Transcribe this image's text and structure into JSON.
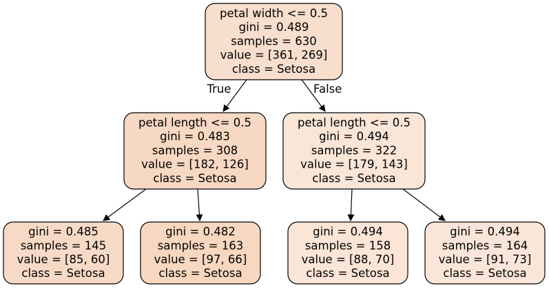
{
  "tree": {
    "nodes": [
      {
        "id": "root",
        "lines": [
          "petal width <= 0.5",
          "gini = 0.489",
          "samples = 630",
          "value = [361, 269]",
          "class = Setosa"
        ],
        "fill": "#f8decc"
      },
      {
        "id": "left",
        "lines": [
          "petal length <= 0.5",
          "gini = 0.483",
          "samples = 308",
          "value = [182, 126]",
          "class = Setosa"
        ],
        "fill": "#f7d8c2"
      },
      {
        "id": "right",
        "lines": [
          "petal length <= 0.5",
          "gini = 0.494",
          "samples = 322",
          "value = [179, 143]",
          "class = Setosa"
        ],
        "fill": "#fae6d7"
      },
      {
        "id": "left-left",
        "lines": [
          "gini = 0.485",
          "samples = 145",
          "value = [85, 60]",
          "class = Setosa"
        ],
        "fill": "#f7dac5"
      },
      {
        "id": "left-right",
        "lines": [
          "gini = 0.482",
          "samples = 163",
          "value = [97, 66]",
          "class = Setosa"
        ],
        "fill": "#f7d7c0"
      },
      {
        "id": "right-left",
        "lines": [
          "gini = 0.494",
          "samples = 158",
          "value = [88, 70]",
          "class = Setosa"
        ],
        "fill": "#fae5d7"
      },
      {
        "id": "right-right",
        "lines": [
          "gini = 0.494",
          "samples = 164",
          "value = [91, 73]",
          "class = Setosa"
        ],
        "fill": "#fae6d8"
      }
    ],
    "edges": [
      {
        "from": "root",
        "to": "left",
        "label": "True"
      },
      {
        "from": "root",
        "to": "right",
        "label": "False"
      },
      {
        "from": "left",
        "to": "left-left",
        "label": ""
      },
      {
        "from": "left",
        "to": "left-right",
        "label": ""
      },
      {
        "from": "right",
        "to": "right-left",
        "label": ""
      },
      {
        "from": "right",
        "to": "right-right",
        "label": ""
      }
    ]
  }
}
